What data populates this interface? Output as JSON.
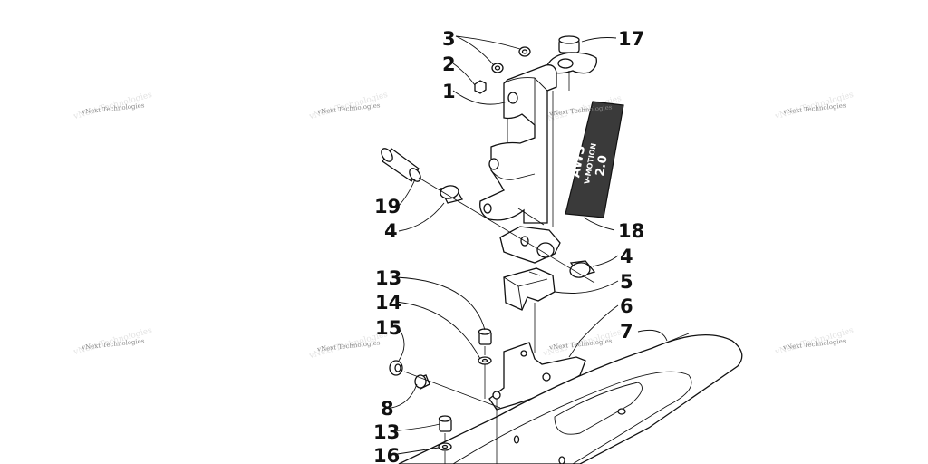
{
  "watermark": {
    "text": "vNext Technologies"
  },
  "decal": {
    "line1": "AWS",
    "line2": "V-MOTION",
    "line3": "2.0"
  },
  "callouts": {
    "c1": "1",
    "c2": "2",
    "c3": "3",
    "c4a": "4",
    "c4b": "4",
    "c5": "5",
    "c6": "6",
    "c7": "7",
    "c8": "8",
    "c13a": "13",
    "c13b": "13",
    "c14": "14",
    "c15": "15",
    "c16": "16",
    "c17": "17",
    "c18": "18",
    "c19": "19"
  }
}
